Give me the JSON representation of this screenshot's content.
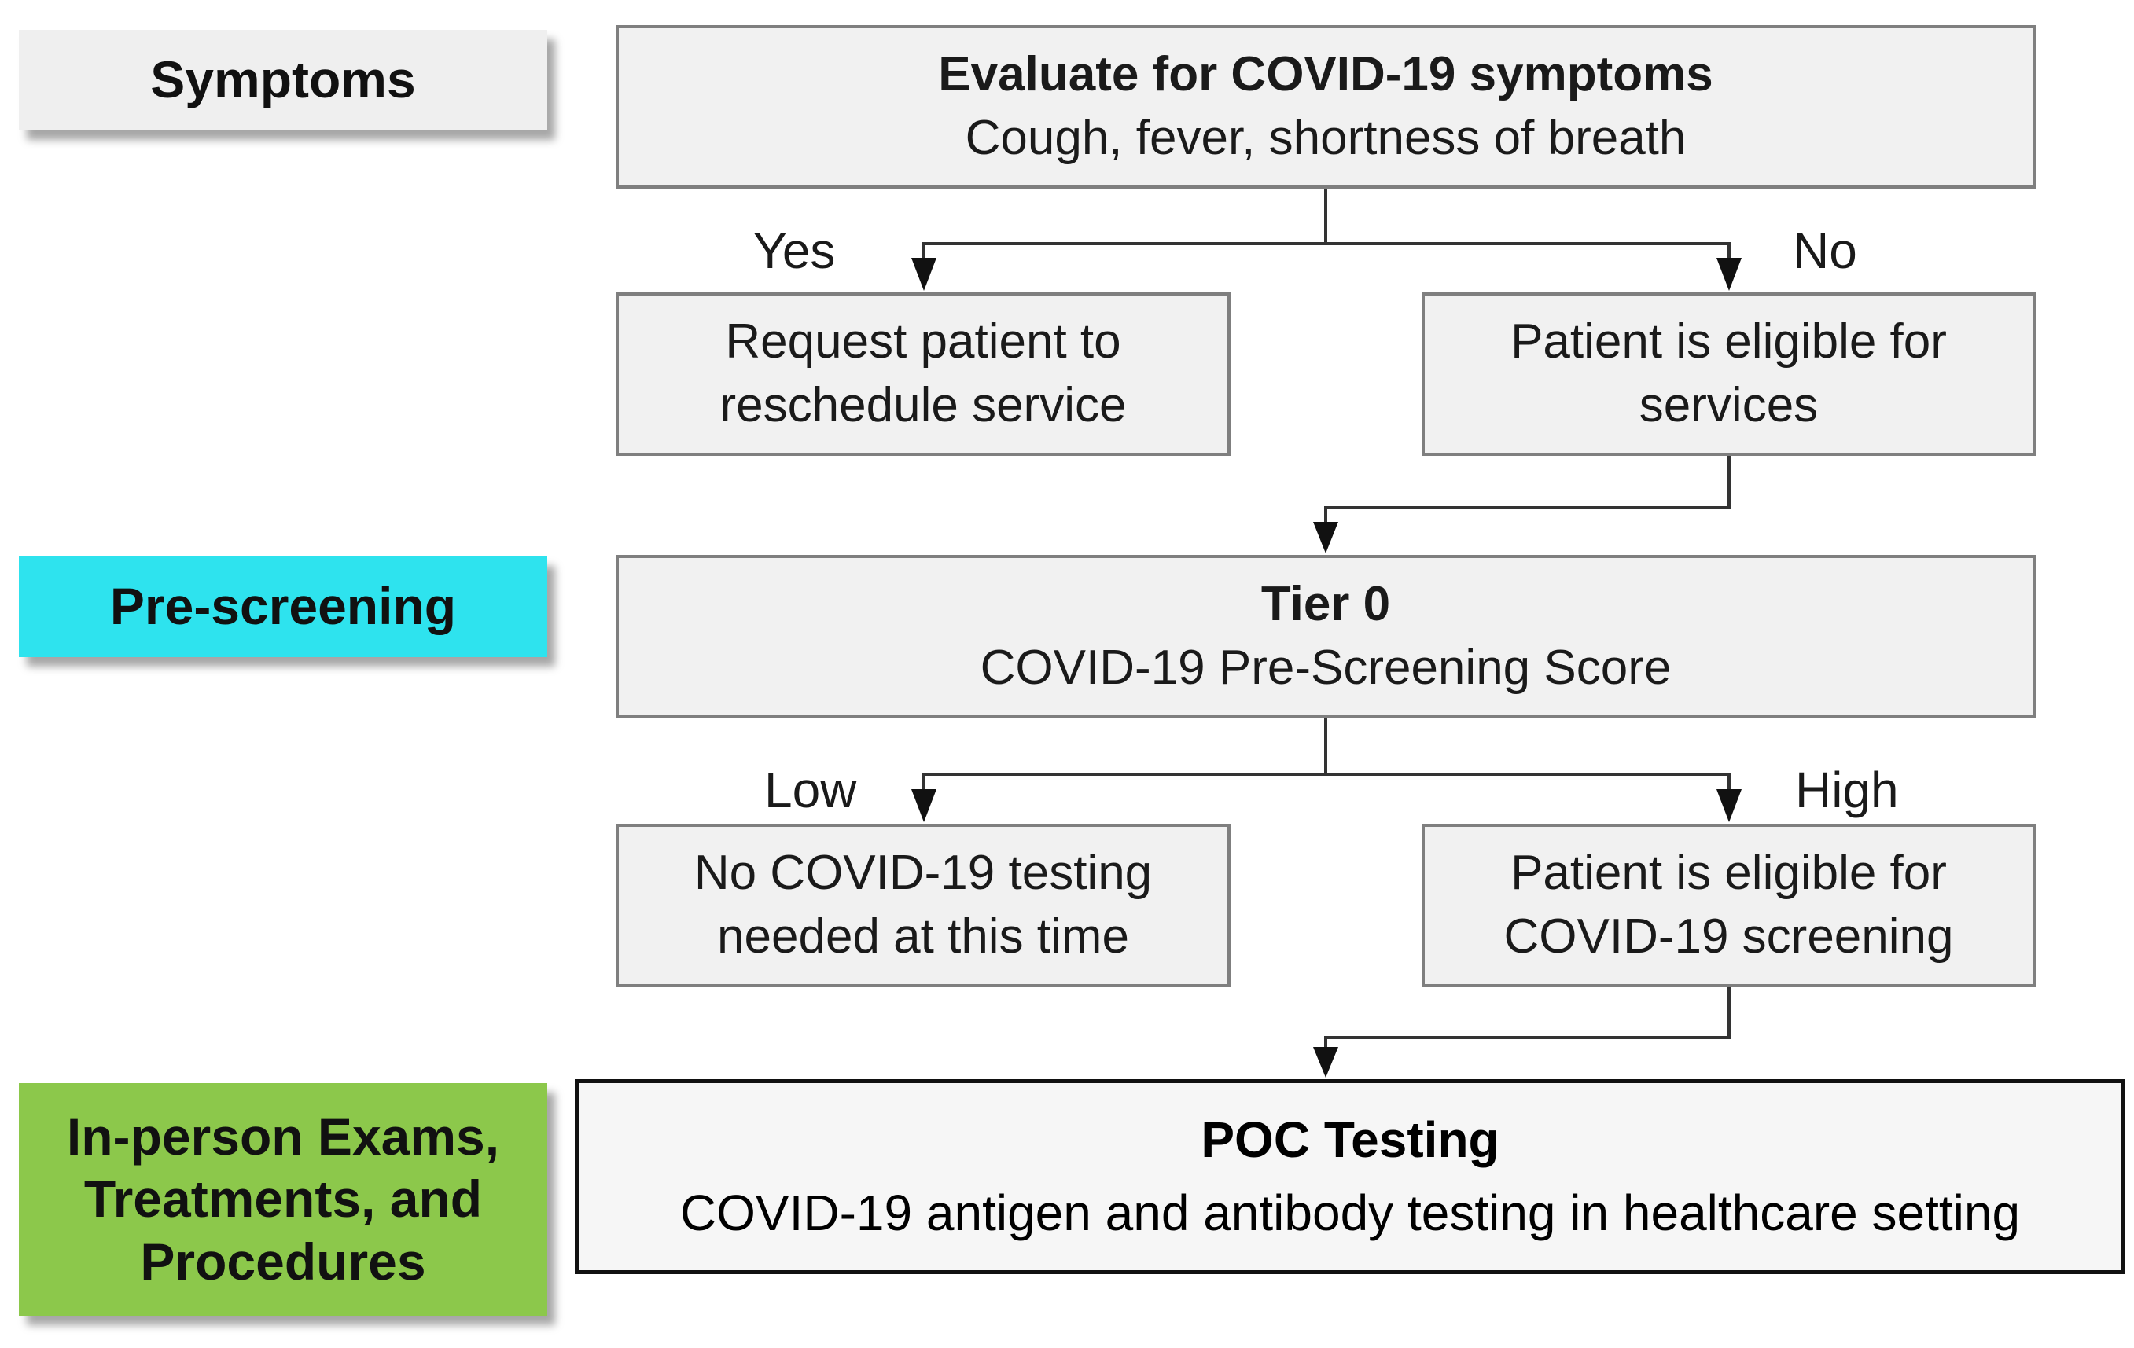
{
  "stages": {
    "symptoms": "Symptoms",
    "prescreening": "Pre-screening",
    "inperson": "In-person Exams, Treatments, and Procedures"
  },
  "boxes": {
    "evaluate": {
      "title": "Evaluate for COVID-19 symptoms",
      "subtitle": "Cough, fever, shortness of breath"
    },
    "reschedule": {
      "text": "Request patient to reschedule service"
    },
    "eligible_services": {
      "text": "Patient is eligible for services"
    },
    "tier0": {
      "title": "Tier 0",
      "subtitle": "COVID-19 Pre-Screening Score"
    },
    "no_testing": {
      "text": "No COVID-19 testing needed at this time"
    },
    "eligible_screening": {
      "text": "Patient is eligible for COVID-19 screening"
    },
    "poc": {
      "title": "POC Testing",
      "subtitle": "COVID-19 antigen and antibody testing in healthcare setting"
    }
  },
  "branches": {
    "yes": "Yes",
    "no": "No",
    "low": "Low",
    "high": "High"
  },
  "colors": {
    "symptoms_label": "#efefef",
    "prescreening_label": "#2ee3ee",
    "inperson_label": "#8cc84b",
    "box_fill": "#f1f1f1",
    "box_border": "#7f7f7f"
  }
}
